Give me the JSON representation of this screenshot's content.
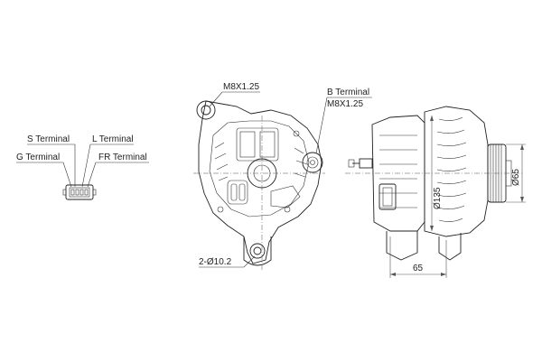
{
  "connector_labels": {
    "s_terminal": "S Terminal",
    "l_terminal": "L Terminal",
    "g_terminal": "G Terminal",
    "fr_terminal": "FR Terminal"
  },
  "front_view_labels": {
    "top_bolt": "M8X1.25",
    "b_terminal": "B Terminal",
    "b_terminal_thread": "M8X1.25",
    "mount_holes": "2-Ø10.2"
  },
  "side_view_labels": {
    "body_diameter": "Ø135",
    "pulley_diameter": "Ø65",
    "length": "65"
  }
}
